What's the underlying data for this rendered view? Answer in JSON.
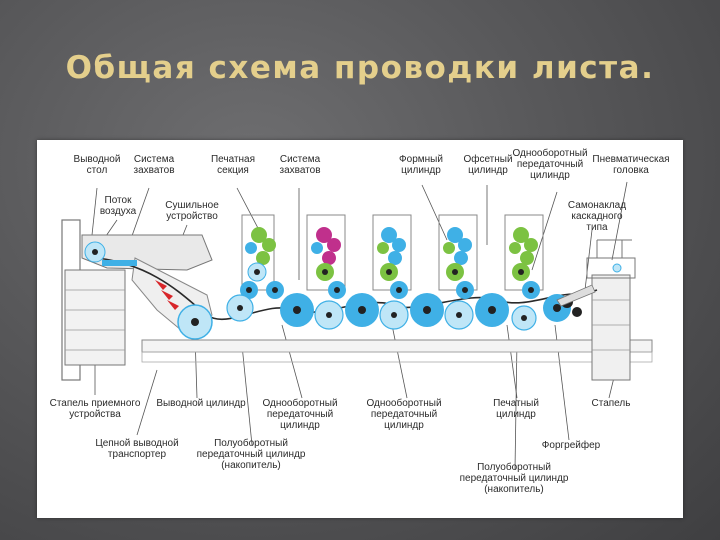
{
  "title": "Общая схема проводки листа.",
  "colors": {
    "title": "#e4cf8c",
    "cylinder": "#3fb0e6",
    "cylinder_light": "#bfe6f7",
    "green": "#7cc242",
    "magenta": "#c0308c",
    "dark": "#222222",
    "red": "#d8262a"
  },
  "labels": {
    "vyvodnoy_stol": "Выводной\nстол",
    "sistema_zakhvatov_1": "Система\nзахватов",
    "pechatnaya_sektsiya": "Печатная\nсекция",
    "sistema_zakhvatov_2": "Система\nзахватов",
    "formny_tsilindr": "Формный\nцилиндр",
    "ofsetny_tsilindr": "Офсетный\nцилиндр",
    "odnooborotny_top": "Однооборотный\nпередаточный\nцилиндр",
    "pnevmaticheskaya_golovka": "Пневматическая\nголовка",
    "potok_vozdukha": "Поток\nвоздуха",
    "sushilnoe_ustroystvo": "Сушильное\nустройство",
    "samonaklad": "Самонаклад\nкаскадного\nтипа",
    "stapel_priemnogo": "Стапель приемного\nустройства",
    "vyvodnoy_tsilindr": "Выводной цилиндр",
    "odnooborotny_1": "Однооборотный\nпередаточный\nцилиндр",
    "odnooborotny_2": "Однооборотный\nпередаточный\nцилиндр",
    "pechatny_tsilindr": "Печатный\nцилиндр",
    "stapel": "Стапель",
    "tsepnoy_transporter": "Цепной выводной\nтранспортер",
    "poluoborotny_1": "Полуоборотный\nпередаточный цилиндр\n(накопитель)",
    "forgreyfer": "Форгрейфер",
    "poluoborotny_2": "Полуоборотный\nпередаточный цилиндр\n(накопитель)"
  }
}
